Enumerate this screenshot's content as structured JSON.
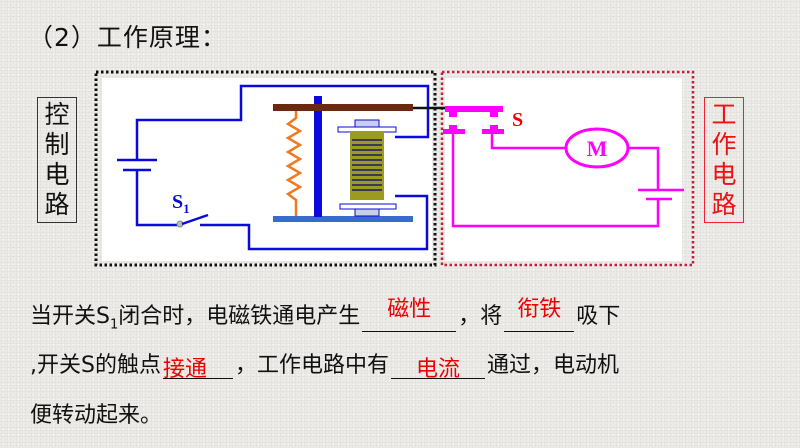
{
  "title": "（2）工作原理：",
  "control_circuit_label": [
    "控",
    "制",
    "电",
    "路"
  ],
  "work_circuit_label": [
    "工",
    "作",
    "电",
    "路"
  ],
  "diagram": {
    "switch_s1_label": "S",
    "switch_s1_sub": "1",
    "switch_s_label": "S",
    "motor_label": "M",
    "colors": {
      "control_wire": "#0a0adf",
      "work_wire": "#ff00ff",
      "armature": "#6b2a10",
      "spring": "#f07a20",
      "coil": "#9b9b20",
      "control_border": "#111111",
      "work_border": "#c0203a",
      "label_red": "#ee1111"
    }
  },
  "paragraph": {
    "line1": {
      "part1": "当开关S",
      "sub": "1",
      "part2": "闭合时，电磁铁通电产生",
      "blank1_answer": "磁性",
      "part3": "，将",
      "blank2_answer": "衔铁",
      "part4": "吸下"
    },
    "line2": {
      "part1": ",开关S的触点",
      "blank3_answer": "接通",
      "part2": "，工作电路中有",
      "blank4_answer": "电流",
      "part3": "通过，电动机"
    },
    "line3": "便转动起来。"
  }
}
